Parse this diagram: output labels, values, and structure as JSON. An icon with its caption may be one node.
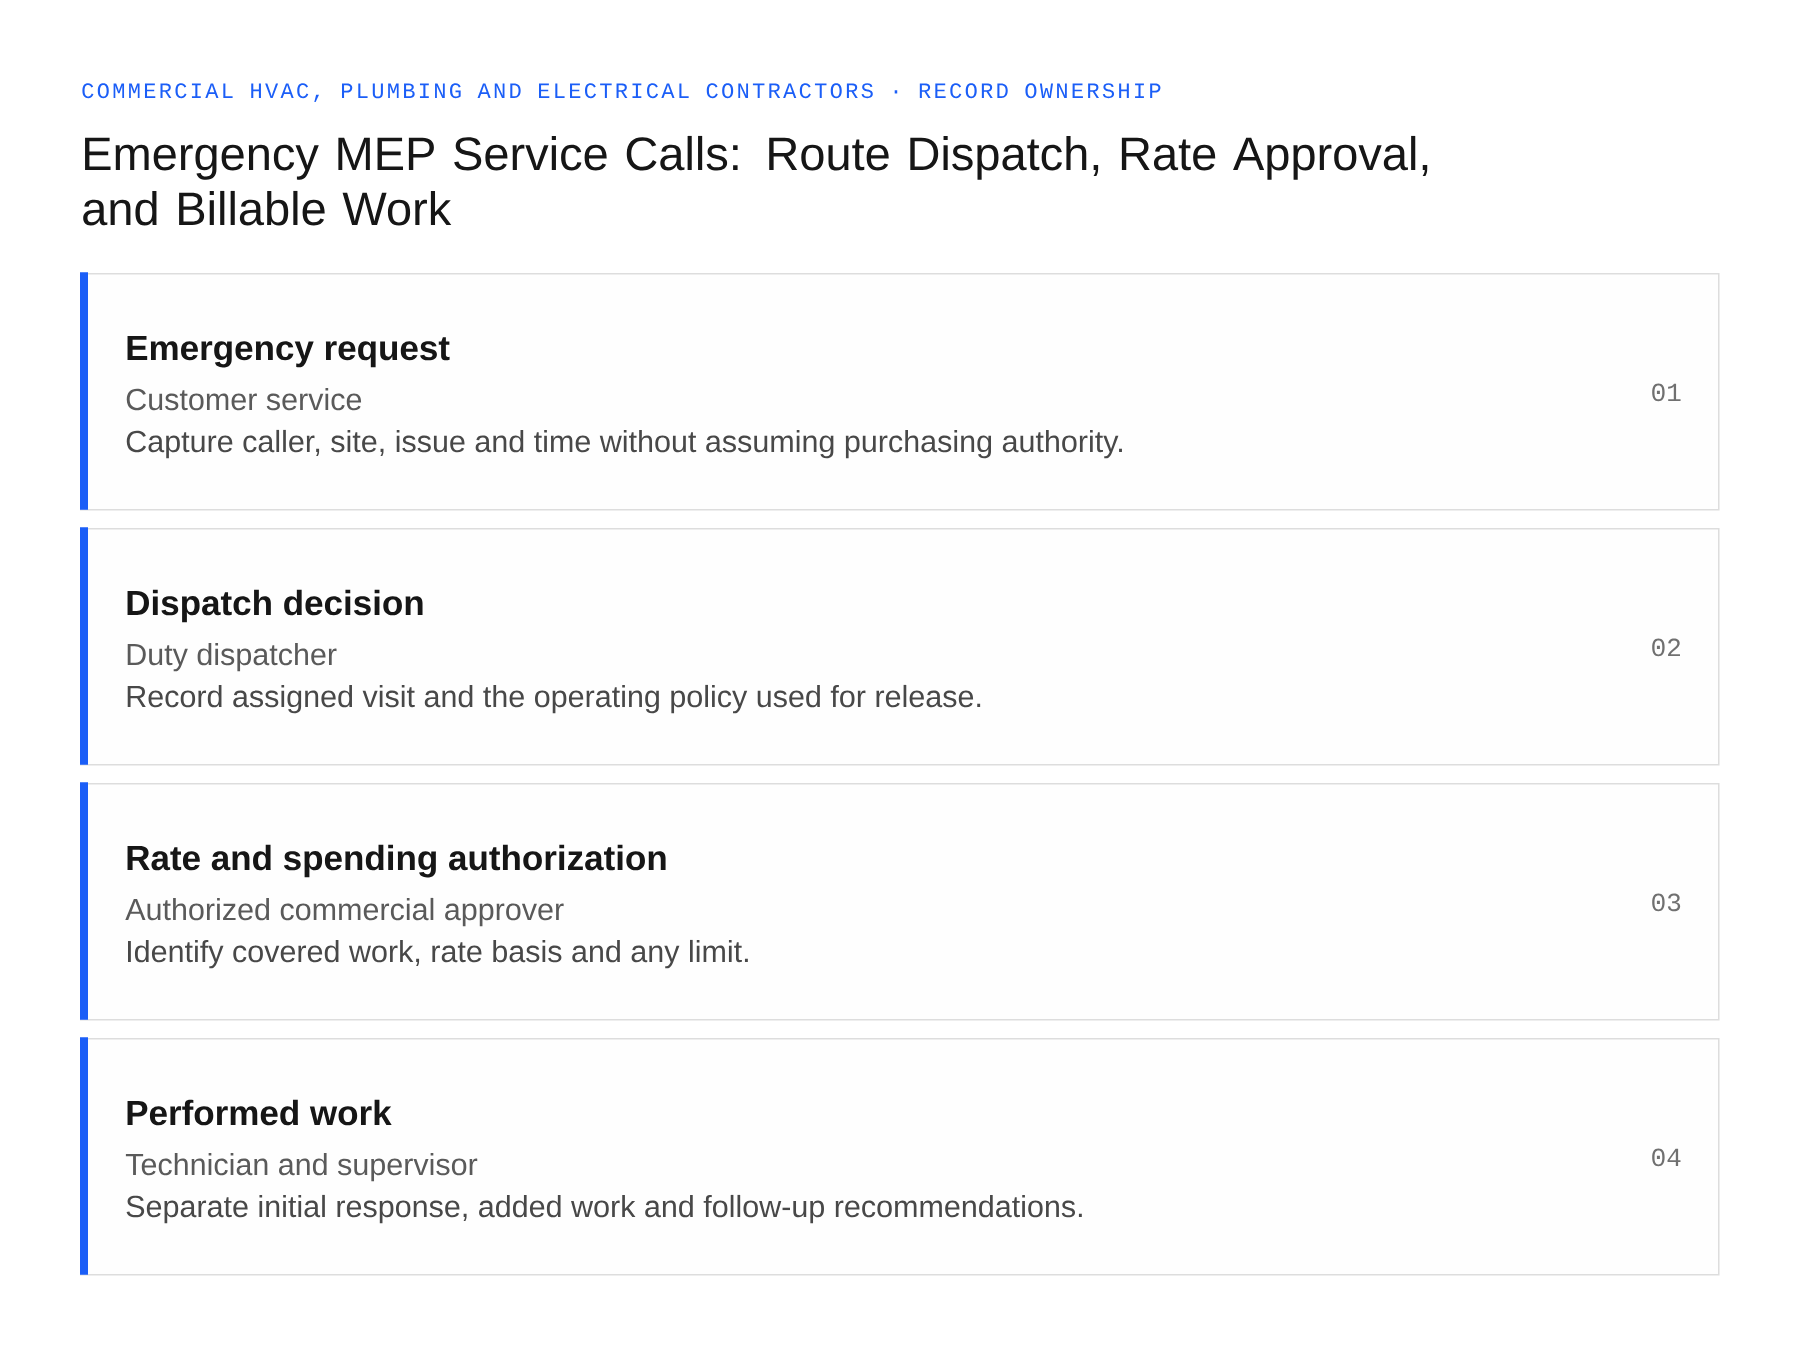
{
  "diagram": {
    "title": "Emergency MEP Service Calls: Route Dispatch, Rate Approval, and Billable Work",
    "nodes": [
      {
        "text": [
          "Emergency request",
          "Customer service",
          "Capture caller, site, issue and time without assuming purchasing authority.",
          "01"
        ]
      },
      {
        "text": [
          "Dispatch decision",
          "Duty dispatcher",
          "Record assigned visit and the operating policy used for release.",
          "02"
        ]
      },
      {
        "text": [
          "Rate and spending authorization",
          "Authorized commercial approver",
          "Identify covered work, rate basis and any limit.",
          "03"
        ]
      },
      {
        "text": [
          "Performed work",
          "Technician and supervisor",
          "Separate initial response, added work and follow-up recommendations.",
          "04"
        ]
      }
    ],
    "labels": [
      "COMMERCIAL HVAC, PLUMBING AND ELECTRICAL CONTRACTORS · RECORD OWNERSHIP"
    ]
  }
}
